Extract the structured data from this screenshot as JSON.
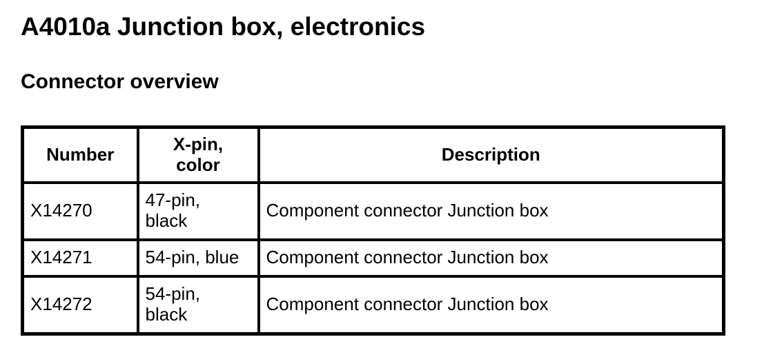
{
  "document": {
    "title": "A4010a Junction box, electronics",
    "section_heading": "Connector overview"
  },
  "table": {
    "headers": {
      "number": "Number",
      "pin_color": "X-pin,\ncolor",
      "description": "Description"
    },
    "rows": [
      {
        "number": "X14270",
        "pin_color": "47-pin,\nblack",
        "description": "Component connector Junction box"
      },
      {
        "number": "X14271",
        "pin_color": "54-pin, blue",
        "description": "Component connector Junction box"
      },
      {
        "number": "X14272",
        "pin_color": "54-pin,\nblack",
        "description": "Component connector Junction box"
      }
    ]
  },
  "colors": {
    "text": "#000000",
    "background": "#ffffff",
    "table_border": "#000000"
  }
}
